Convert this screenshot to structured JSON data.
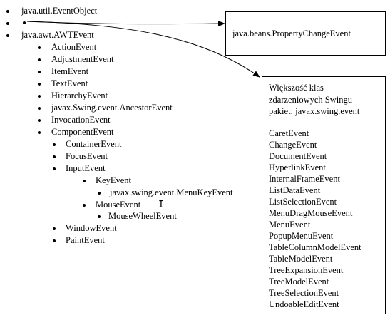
{
  "tree": {
    "root": "java.util.EventObject",
    "awt": "java.awt.AWTEvent",
    "action": "ActionEvent",
    "adjustment": "AdjustmentEvent",
    "item": "ItemEvent",
    "text": "TextEvent",
    "hierarchy": "HierarchyEvent",
    "ancestor": "javax.Swing.event.AncestorEvent",
    "invocation": "InvocationEvent",
    "component": "ComponentEvent",
    "container": "ContainerEvent",
    "focus": "FocusEvent",
    "input": "InputEvent",
    "key": "KeyEvent",
    "menukey": "javax.swing.event.MenuKeyEvent",
    "mouse": "MouseEvent",
    "mousewheel": "MouseWheelEvent",
    "window": "WindowEvent",
    "paint": "PaintEvent"
  },
  "beans_box": {
    "label": "java.beans.PropertyChangeEvent"
  },
  "swing_box": {
    "header": [
      "Większość klas",
      "zdarzeniowych Swingu",
      "pakiet: javax.swing.event"
    ],
    "items": [
      "CaretEvent",
      "ChangeEvent",
      "DocumentEvent",
      "HyperlinkEvent",
      "InternalFrameEvent",
      "ListDataEvent",
      "ListSelectionEvent",
      "MenuDragMouseEvent",
      "MenuEvent",
      "PopupMenuEvent",
      "TableColumnModelEvent",
      "TableModelEvent",
      "TreeExpansionEvent",
      "TreeModelEvent",
      "TreeSelectionEvent",
      "UndoableEditEvent"
    ]
  }
}
